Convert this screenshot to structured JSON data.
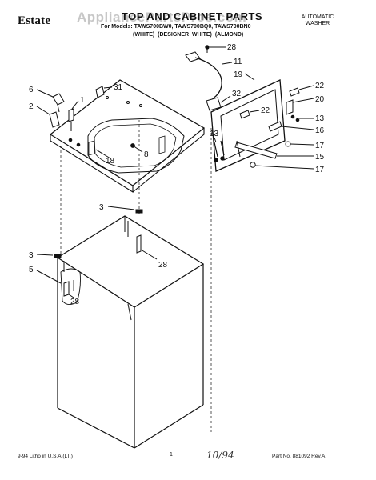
{
  "header": {
    "brand": "Estate",
    "title": "TOP AND CABINET PARTS",
    "models": "For Models: TAWS700BW0, TAWS700BQ0, TAWS700BN0",
    "variants": "(WHITE)     (DESIGNER WHITE) (ALMOND)",
    "category_line1": "AUTOMATIC",
    "category_line2": "WASHER",
    "watermark": "AppliancePartsPros.com"
  },
  "callouts": [
    "28",
    "11",
    "19",
    "22",
    "20",
    "13",
    "16",
    "17",
    "15",
    "17",
    "32",
    "22",
    "13",
    "6",
    "31",
    "1",
    "2",
    "8",
    "18",
    "3",
    "28",
    "3",
    "5",
    "28"
  ],
  "footer": {
    "left": "9-94 Litho in U.S.A.(LT.)",
    "page": "1",
    "handwritten": "10/94",
    "right": "Part No. 881092 Rev.A."
  }
}
